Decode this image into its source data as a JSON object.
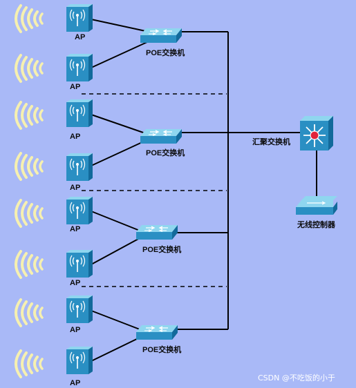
{
  "ap_label": "AP",
  "poe_label": "POE交换机",
  "agg_label": "汇聚交换机",
  "ctrl_label": "无线控制器",
  "watermark": "CSDN @不吃饭的小于",
  "colors": {
    "background": "#a9b9f7",
    "device_top": "#8fd6ef",
    "device_body": "#2a8fc3",
    "device_dark": "#126a9b",
    "wave": "#f6f0b0",
    "wire": "#000000",
    "center_dot": "#e0243c"
  },
  "icons": [
    "wifi-wave-icon",
    "access-point-icon",
    "poe-switch-icon",
    "aggregation-switch-icon",
    "wireless-controller-icon"
  ]
}
